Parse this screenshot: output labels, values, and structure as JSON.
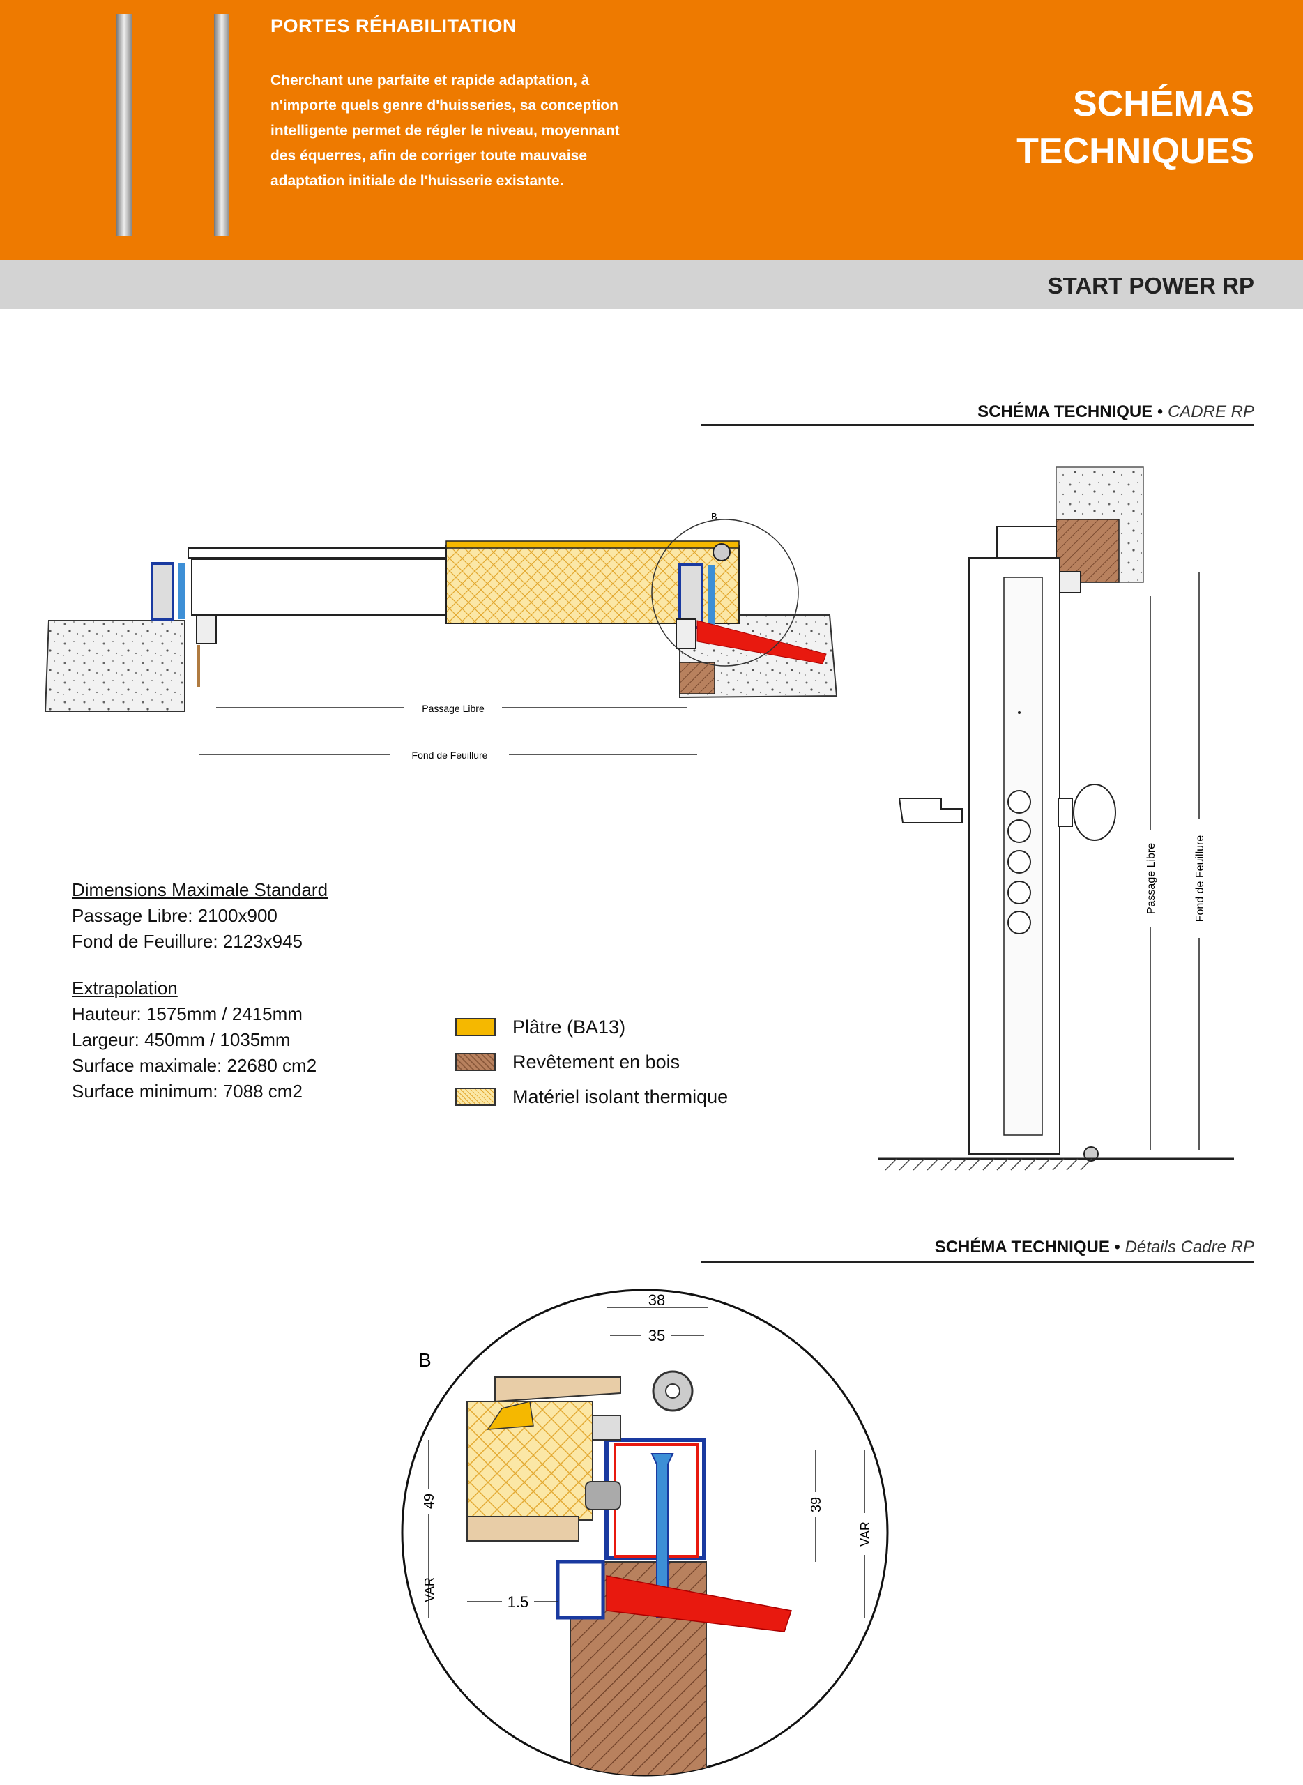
{
  "header": {
    "title": "PORTES RÉHABILITATION",
    "description": "Cherchant une parfaite et rapide adaptation, à n'importe quels genre d'huisseries, sa conception intelligente permet de régler le niveau, moyennant des équerres, afin de corriger toute mauvaise adaptation initiale de l'huisserie existante.",
    "heading_line1": "SCHÉMAS",
    "heading_line2": "TECHNIQUES"
  },
  "model": "START POWER RP",
  "section1": {
    "label": "SCHÉMA TECHNIQUE",
    "sep": " • ",
    "sub": "CADRE RP"
  },
  "section2": {
    "label": "SCHÉMA TECHNIQUE",
    "sep": " • ",
    "sub": "Détails Cadre RP"
  },
  "plan_labels": {
    "detail_ref": "B",
    "passage_libre": "Passage Libre",
    "fond_de_feuillure": "Fond de Feuillure"
  },
  "elevation_labels": {
    "passage_libre": "Passage Libre",
    "fond_de_feuillure": "Fond de Feuillure"
  },
  "dimensions": {
    "heading": "Dimensions Maximale Standard",
    "passage_libre": "Passage Libre: 2100x900",
    "fond_de_feuillure": "Fond de Feuillure: 2123x945"
  },
  "extrapolation": {
    "heading": "Extrapolation",
    "hauteur": "Hauteur: 1575mm / 2415mm",
    "largeur": "Largeur: 450mm / 1035mm",
    "surface_max": "Surface maximale: 22680 cm2",
    "surface_min": "Surface minimum: 7088 cm2"
  },
  "legend": [
    {
      "label": "Plâtre (BA13)",
      "color": "#f5b800",
      "pattern": "solid"
    },
    {
      "label": "Revêtement en bois",
      "color": "#b8815e",
      "pattern": "hatch"
    },
    {
      "label": "Matériel isolant thermique",
      "color": "#f8d878",
      "pattern": "crosshatch"
    }
  ],
  "detail": {
    "ref": "B",
    "dim_38": "38",
    "dim_35": "35",
    "dim_49": "49",
    "dim_39": "39",
    "dim_var_right": "VAR",
    "dim_var_left": "VAR",
    "dim_1_5": "1.5"
  },
  "colors": {
    "orange": "#ee7a00",
    "band": "#d3d3d3",
    "red": "#e8190f",
    "blue": "#1a3aa0",
    "light_blue": "#3d8fd6",
    "wood": "#b8815e"
  }
}
